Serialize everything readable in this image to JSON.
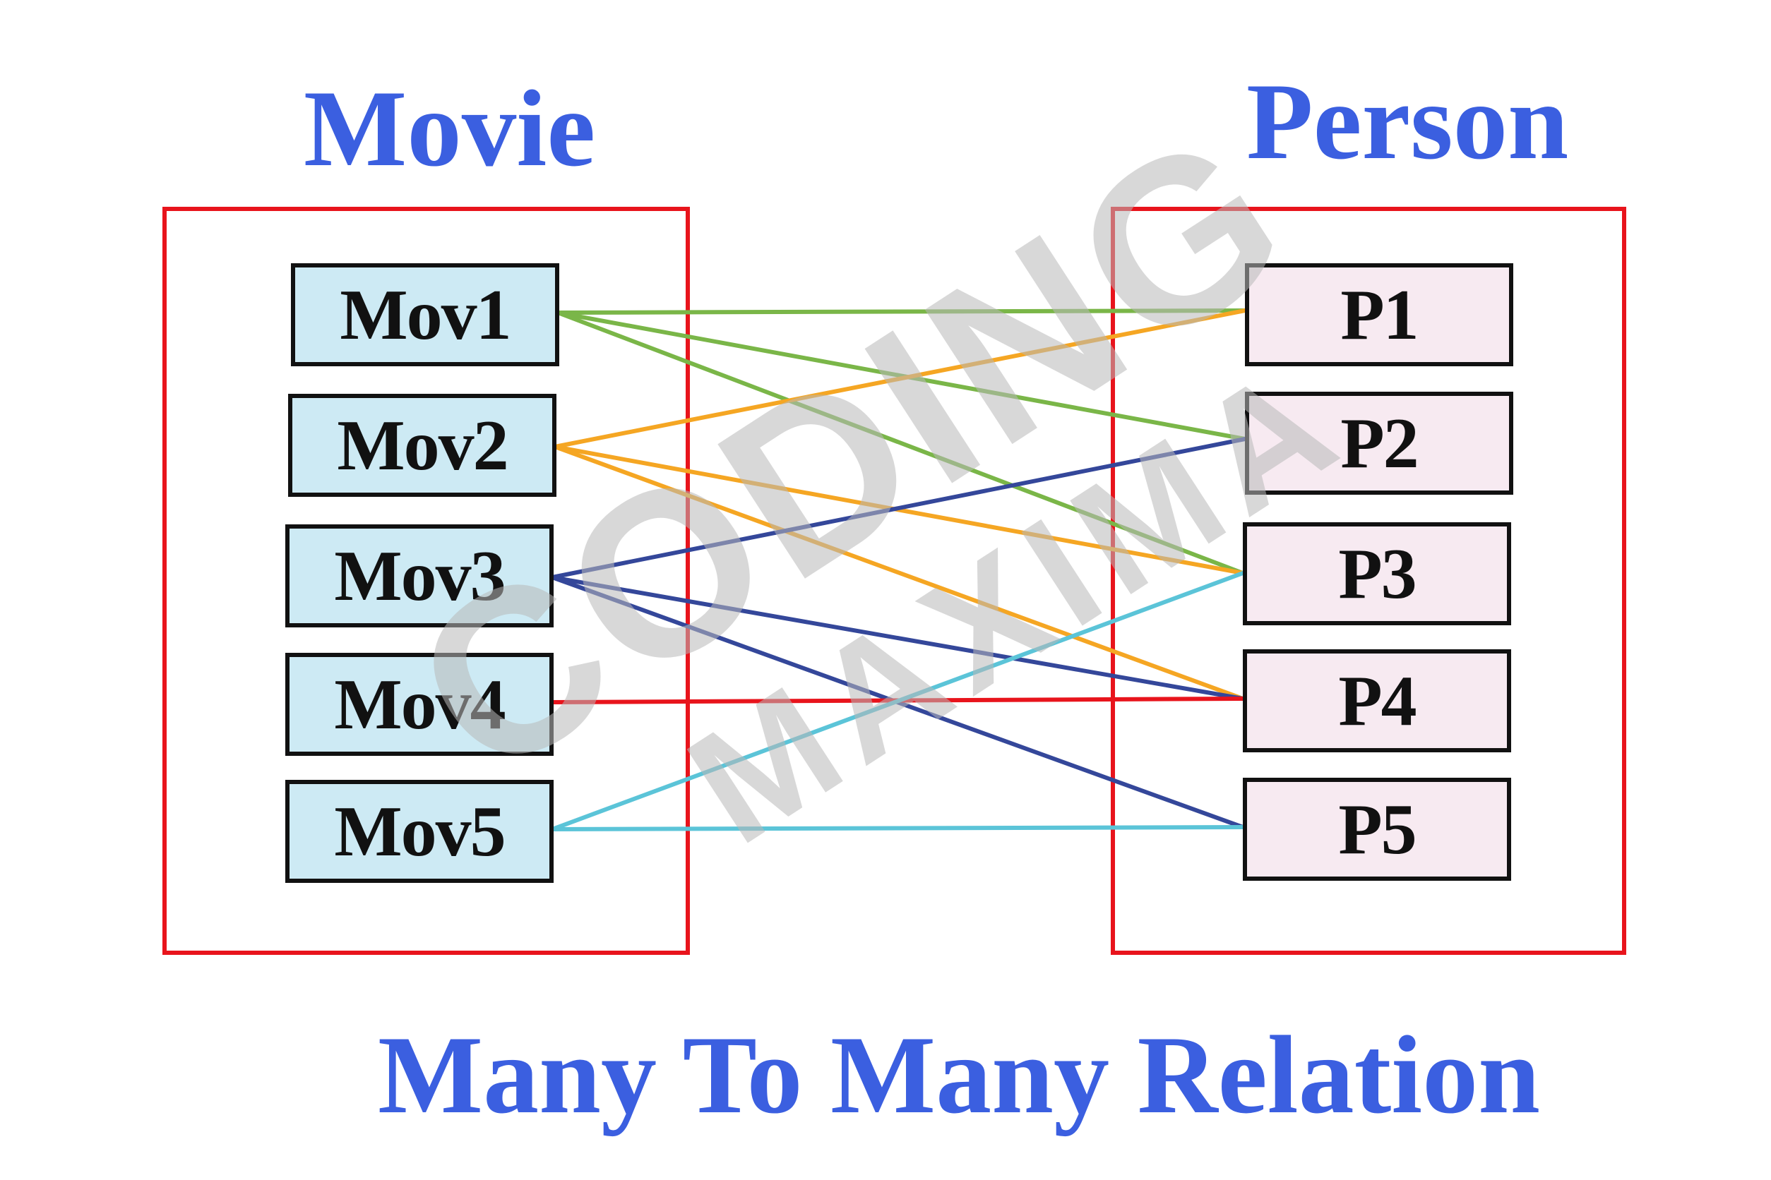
{
  "title_left": "Movie",
  "title_right": "Person",
  "caption": "Many To Many Relation",
  "watermark": {
    "line1": "CODING",
    "line2": "MAXIMA",
    "color": "#b9b9b9"
  },
  "colors": {
    "heading": "#3b5fe0",
    "set_border": "#e8141c",
    "movie_fill": "#cdeaf4",
    "person_fill": "#f7eaf1"
  },
  "movies": [
    {
      "id": "mov1",
      "label": "Mov1"
    },
    {
      "id": "mov2",
      "label": "Mov2"
    },
    {
      "id": "mov3",
      "label": "Mov3"
    },
    {
      "id": "mov4",
      "label": "Mov4"
    },
    {
      "id": "mov5",
      "label": "Mov5"
    }
  ],
  "persons": [
    {
      "id": "p1",
      "label": "P1"
    },
    {
      "id": "p2",
      "label": "P2"
    },
    {
      "id": "p3",
      "label": "P3"
    },
    {
      "id": "p4",
      "label": "P4"
    },
    {
      "id": "p5",
      "label": "P5"
    }
  ],
  "relations": [
    {
      "from": 0,
      "to": 0,
      "color": "#7ab648"
    },
    {
      "from": 0,
      "to": 1,
      "color": "#7ab648"
    },
    {
      "from": 0,
      "to": 2,
      "color": "#7ab648"
    },
    {
      "from": 1,
      "to": 0,
      "color": "#f5a623"
    },
    {
      "from": 1,
      "to": 2,
      "color": "#f5a623"
    },
    {
      "from": 1,
      "to": 3,
      "color": "#f5a623"
    },
    {
      "from": 2,
      "to": 1,
      "color": "#34479a"
    },
    {
      "from": 2,
      "to": 3,
      "color": "#34479a"
    },
    {
      "from": 2,
      "to": 4,
      "color": "#34479a"
    },
    {
      "from": 3,
      "to": 3,
      "color": "#e8141c"
    },
    {
      "from": 4,
      "to": 2,
      "color": "#5bc4d8"
    },
    {
      "from": 4,
      "to": 4,
      "color": "#5bc4d8"
    }
  ]
}
